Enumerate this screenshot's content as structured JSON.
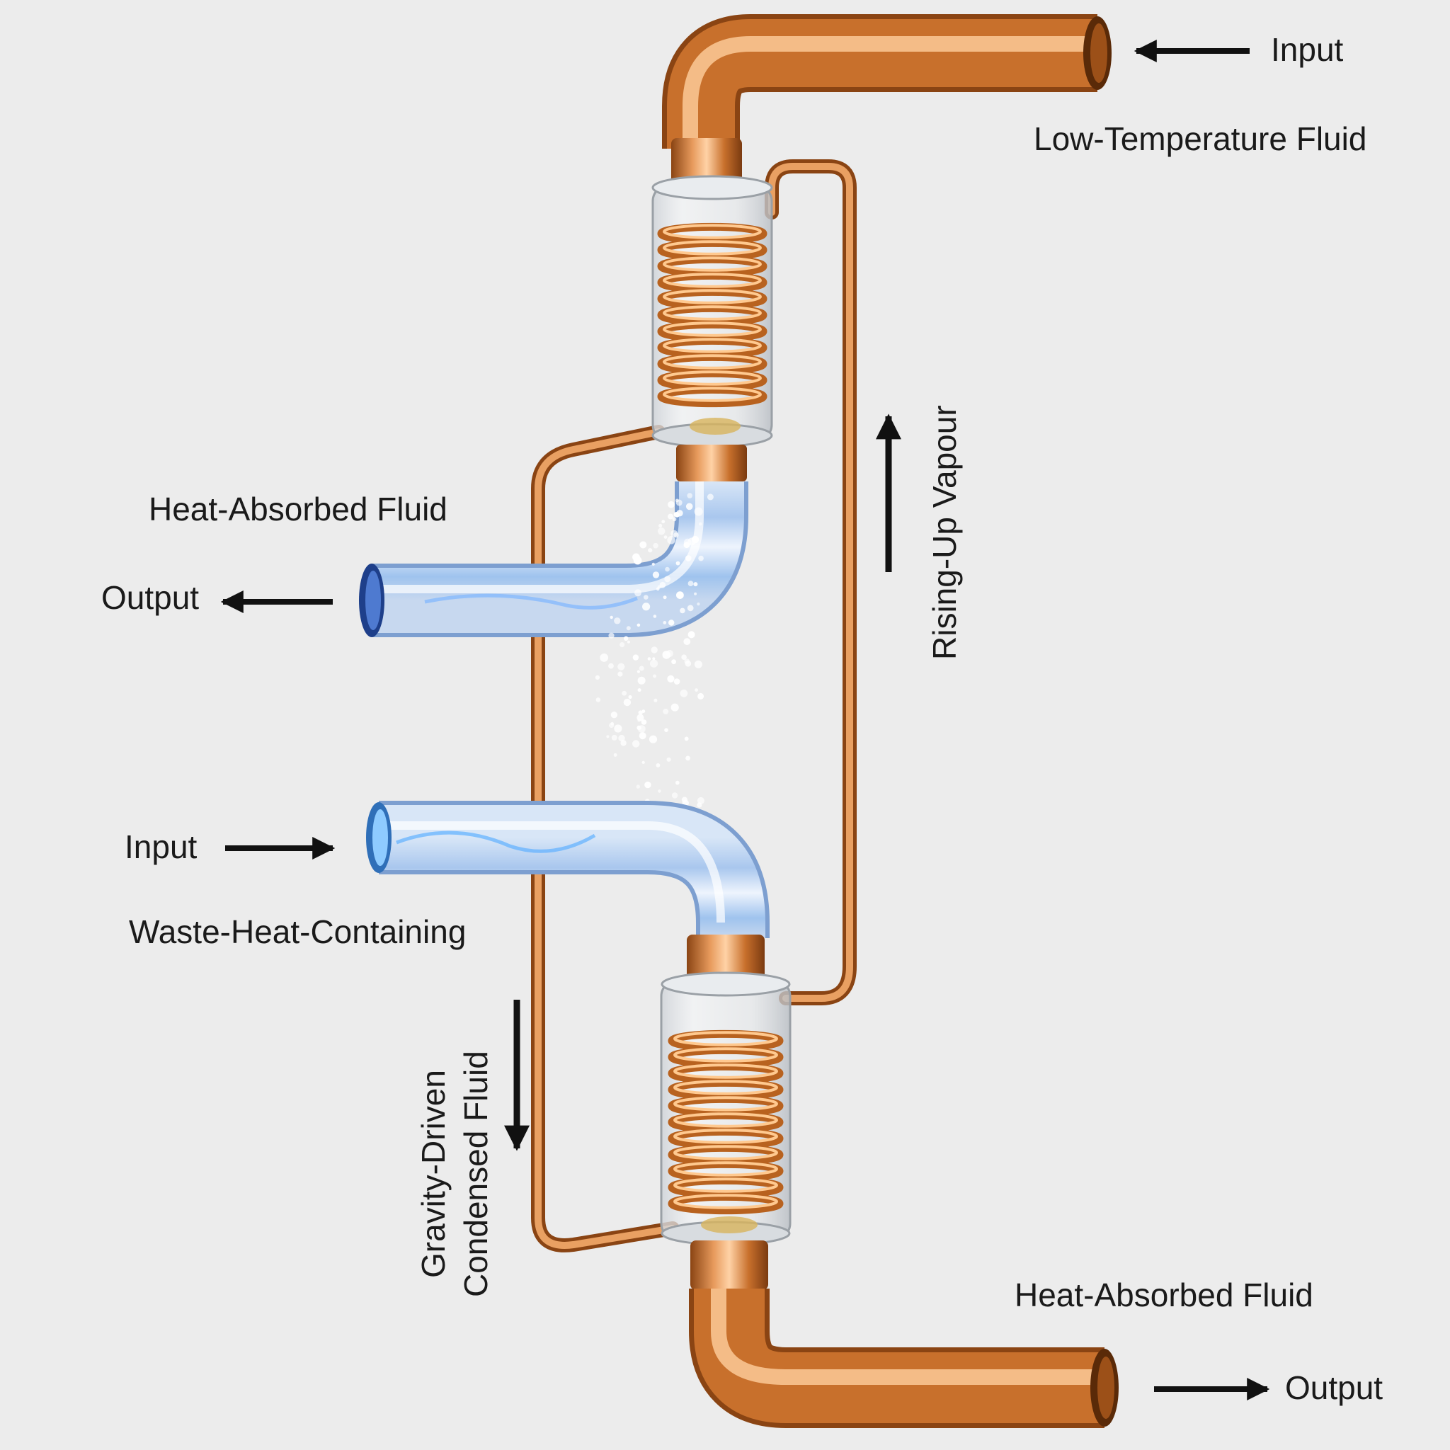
{
  "labels": {
    "top_input": "Input",
    "top_input_fluid": "Low-Temperature Fluid",
    "upper_output": "Output",
    "upper_output_fluid": "Heat-Absorbed Fluid",
    "lower_input": "Input",
    "lower_input_fluid": "Waste-Heat-Containing",
    "bottom_output": "Output",
    "bottom_output_fluid": "Heat-Absorbed Fluid",
    "rising_vapour": "Rising-Up Vapour",
    "condensed_line1": "Gravity-Driven",
    "condensed_line2": "Condensed Fluid"
  },
  "colors": {
    "background": "#ececec",
    "copper": "#c8702c",
    "copper_light": "#f2b27a",
    "copper_dark": "#8a4413",
    "glass_blue": "#9fc3ee",
    "glass_blue_dark": "#2f5fb0",
    "text": "#1a1a1a"
  }
}
